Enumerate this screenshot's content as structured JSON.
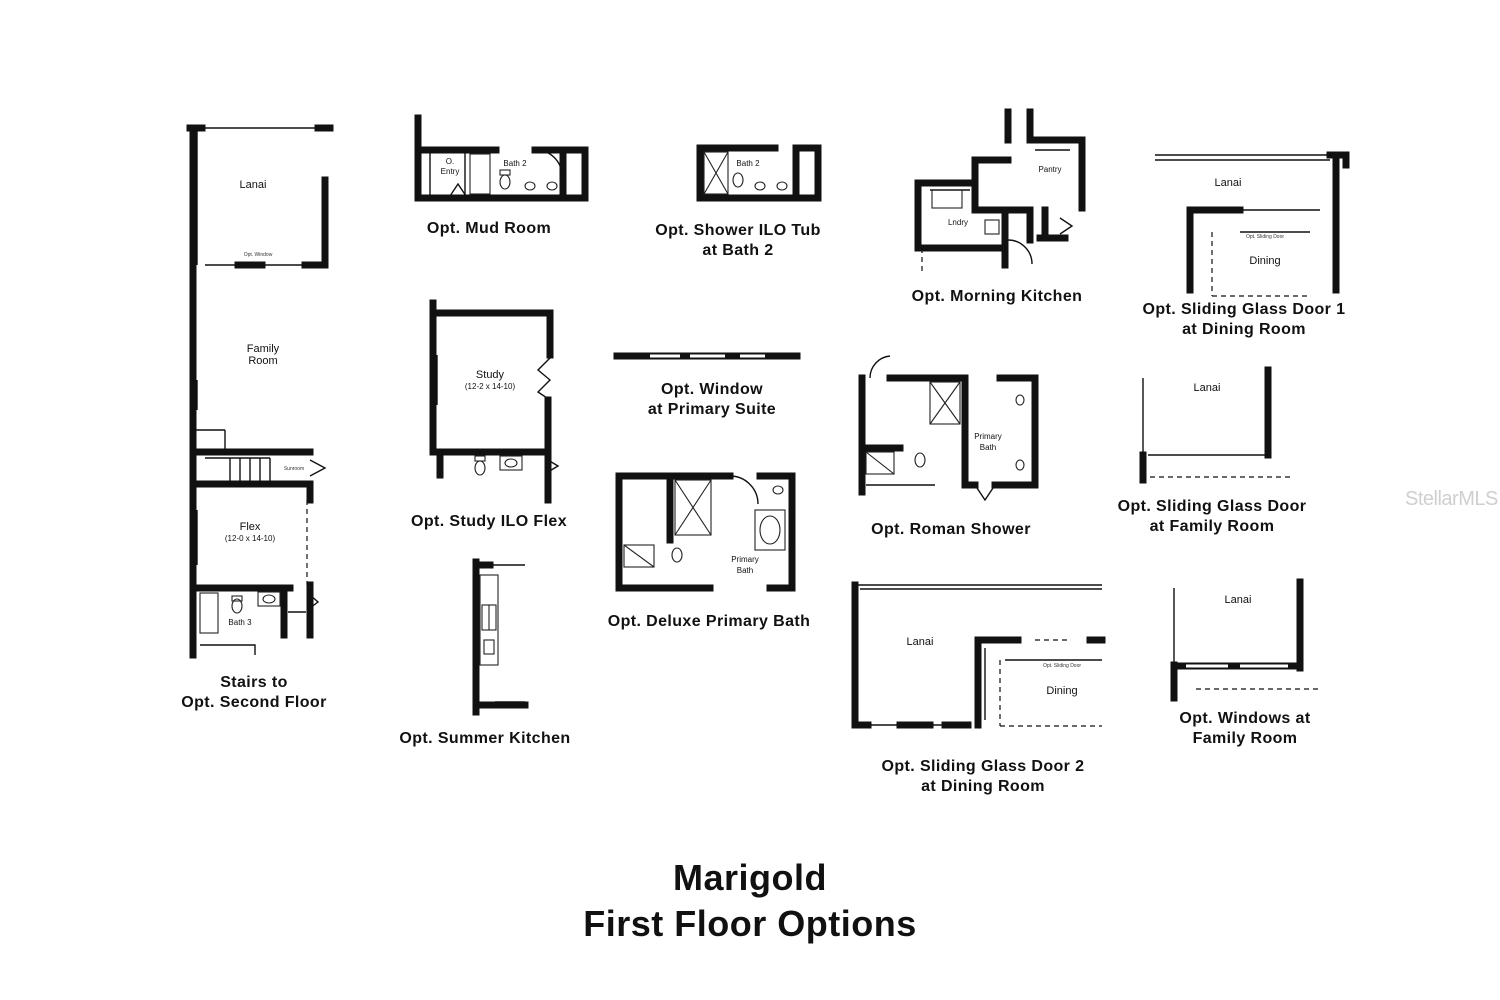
{
  "title": {
    "line1": "Marigold",
    "line2": "First Floor Options"
  },
  "watermark": "StellarMLS",
  "captions": {
    "stairs": [
      "Stairs to",
      "Opt. Second Floor"
    ],
    "mud_room": [
      "Opt. Mud Room"
    ],
    "shower_ilo_tub": [
      "Opt. Shower ILO Tub",
      "at Bath 2"
    ],
    "morning_kitchen": [
      "Opt. Morning Kitchen"
    ],
    "sliding_door_1": [
      "Opt. Sliding Glass Door 1",
      "at Dining Room"
    ],
    "study_ilo_flex": [
      "Opt. Study ILO Flex"
    ],
    "window_primary": [
      "Opt. Window",
      "at Primary Suite"
    ],
    "roman_shower": [
      "Opt. Roman Shower"
    ],
    "sliding_door_family": [
      "Opt. Sliding Glass Door",
      "at Family Room"
    ],
    "deluxe_bath": [
      "Opt. Deluxe Primary Bath"
    ],
    "summer_kitchen": [
      "Opt. Summer Kitchen"
    ],
    "sliding_door_2": [
      "Opt. Sliding Glass Door 2",
      "at Dining Room"
    ],
    "windows_family": [
      "Opt. Windows at",
      "Family Room"
    ]
  },
  "rooms": {
    "lanai": "Lanai",
    "family_room_1": "Family",
    "family_room_2": "Room",
    "flex": "Flex",
    "flex_dim": "(12-0 x 14-10)",
    "bath3": "Bath 3",
    "opt_window": "Opt. Window",
    "opt_entry_1": "O.",
    "opt_entry_2": "Entry",
    "bath2": "Bath 2",
    "study": "Study",
    "study_dim": "(12-2 x 14-10)",
    "pantry": "Pantry",
    "laundry": "Lndry",
    "dining": "Dining",
    "primary_bath_1": "Primary",
    "primary_bath_2": "Bath",
    "opt_door_label": "Opt. Sliding Door",
    "sunroom": "Sunroom"
  },
  "colors": {
    "ink": "#111111",
    "watermark": "#cfcfcf"
  }
}
